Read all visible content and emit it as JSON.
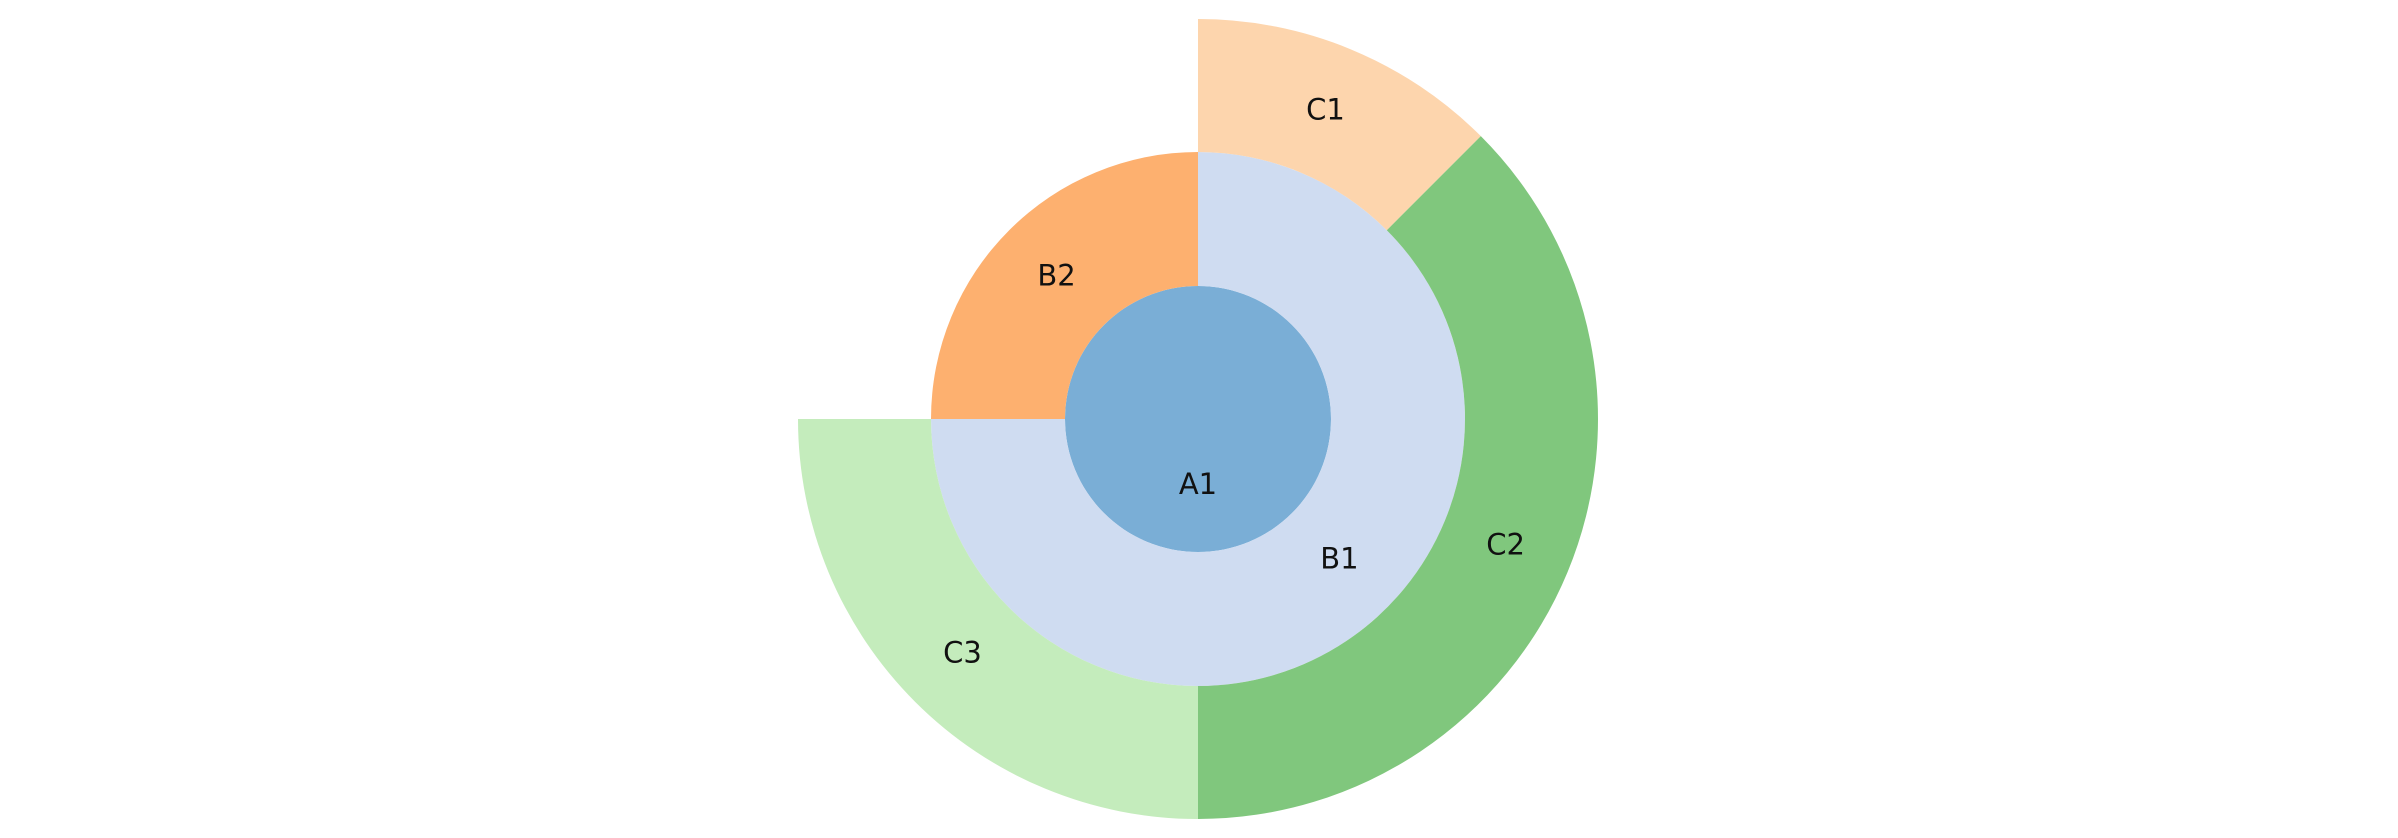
{
  "chart_data": {
    "type": "sunburst",
    "rings": [
      {
        "level": 1,
        "segments": [
          {
            "label": "A1",
            "start_deg": 0,
            "end_deg": 360,
            "color": "#7aaed6"
          }
        ]
      },
      {
        "level": 2,
        "segments": [
          {
            "label": "B1",
            "start_deg": 0,
            "end_deg": 270,
            "color": "#cfdcf1"
          },
          {
            "label": "B2",
            "start_deg": 270,
            "end_deg": 360,
            "color": "#fdb06f"
          }
        ]
      },
      {
        "level": 3,
        "segments": [
          {
            "label": "C1",
            "start_deg": 0,
            "end_deg": 45,
            "color": "#fdd5ad"
          },
          {
            "label": "C2",
            "start_deg": 45,
            "end_deg": 180,
            "color": "#80c77d"
          },
          {
            "label": "C3",
            "start_deg": 180,
            "end_deg": 270,
            "color": "#c4ecbc"
          }
        ]
      }
    ]
  }
}
